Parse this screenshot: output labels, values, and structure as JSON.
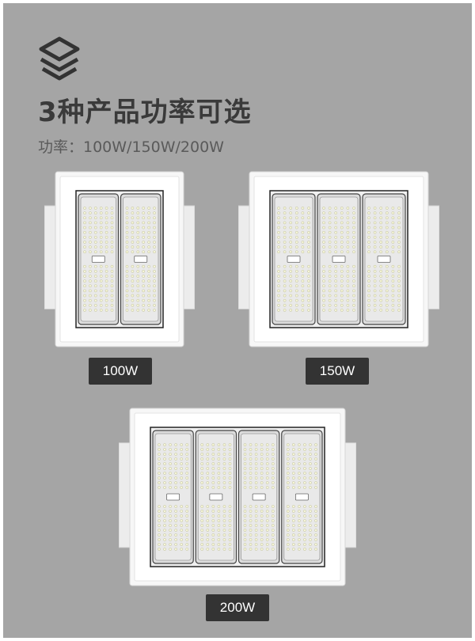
{
  "header": {
    "icon": "layers-icon",
    "title": "3种产品功率可选",
    "subtitle": "功率：100W/150W/200W"
  },
  "products": [
    {
      "label": "100W",
      "modules": 2
    },
    {
      "label": "150W",
      "modules": 3
    },
    {
      "label": "200W",
      "modules": 4
    }
  ],
  "colors": {
    "background": "#a5a5a5",
    "title": "#3a3a3a",
    "subtitle": "#5a5a5a",
    "badge": "#333333",
    "badge_text": "#ffffff"
  }
}
